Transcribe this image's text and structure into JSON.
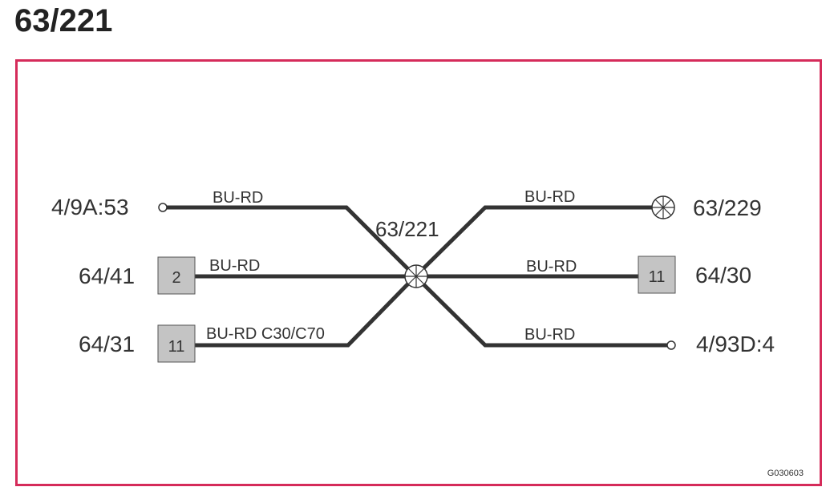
{
  "title": "63/221",
  "splice_label": "63/221",
  "figure_code": "G030603",
  "colors": {
    "frame": "#d52b5a",
    "wire": "#333333",
    "connector_fill": "#c4c4c4"
  },
  "left": [
    {
      "component": "4/9A:53",
      "pin": "",
      "wire": "BU-RD",
      "terminal": "open-circle"
    },
    {
      "component": "64/41",
      "pin": "2",
      "wire": "BU-RD",
      "terminal": "connector-box"
    },
    {
      "component": "64/31",
      "pin": "11",
      "wire": "BU-RD C30/C70",
      "terminal": "connector-box"
    }
  ],
  "right": [
    {
      "component": "63/229",
      "pin": "",
      "wire": "BU-RD",
      "terminal": "splice-icon"
    },
    {
      "component": "64/30",
      "pin": "11",
      "wire": "BU-RD",
      "terminal": "connector-box"
    },
    {
      "component": "4/93D:4",
      "pin": "",
      "wire": "BU-RD",
      "terminal": "open-circle"
    }
  ]
}
